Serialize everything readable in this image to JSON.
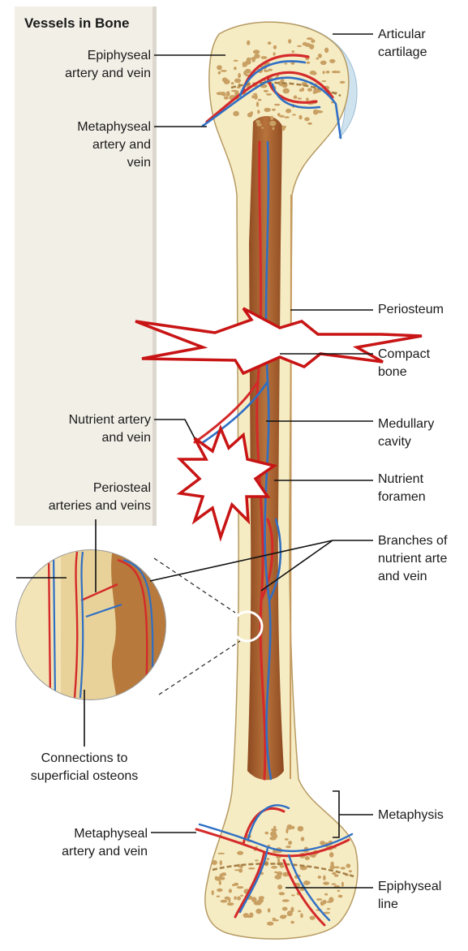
{
  "title": "Vessels in Bone",
  "labels": {
    "articular_cartilage": [
      "Articular",
      "cartilage"
    ],
    "epiphyseal_artery_vein": [
      "Epiphyseal",
      "artery and vein"
    ],
    "metaphyseal_artery_vein_top": [
      "Metaphyseal",
      "artery and",
      "vein"
    ],
    "periosteum": "Periosteum",
    "compact_bone": [
      "Compact",
      "bone"
    ],
    "nutrient_artery_vein": [
      "Nutrient artery",
      "and vein"
    ],
    "medullary_cavity": [
      "Medullary",
      "cavity"
    ],
    "nutrient_foramen": [
      "Nutrient",
      "foramen"
    ],
    "periosteal_arteries_veins": [
      "Periosteal",
      "arteries and veins"
    ],
    "branches_nutrient": [
      "Branches of",
      "nutrient arte",
      "and vein"
    ],
    "connections_osteons": [
      "Connections to",
      "superficial osteons"
    ],
    "metaphysis": "Metaphysis",
    "metaphyseal_artery_vein_bottom": [
      "Metaphyseal",
      "artery and vein"
    ],
    "epiphyseal_line": [
      "Epiphyseal",
      "line"
    ]
  },
  "colors": {
    "bone": "#f6ecc4",
    "spongy": "#c9a063",
    "marrow": "#a55c2c",
    "artery": "#d42a2a",
    "vein": "#2f6fc4",
    "cartilage": "#cfe3ef",
    "burst": "#c81414",
    "panel": "#f2efe7"
  }
}
